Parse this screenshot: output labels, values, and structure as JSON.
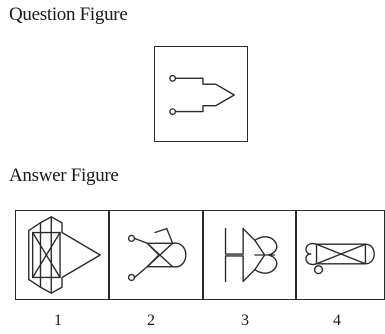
{
  "question": {
    "heading": "Question Figure"
  },
  "answers": {
    "heading": "Answer Figure",
    "options": [
      {
        "label": "1"
      },
      {
        "label": "2"
      },
      {
        "label": "3"
      },
      {
        "label": "4"
      }
    ]
  }
}
